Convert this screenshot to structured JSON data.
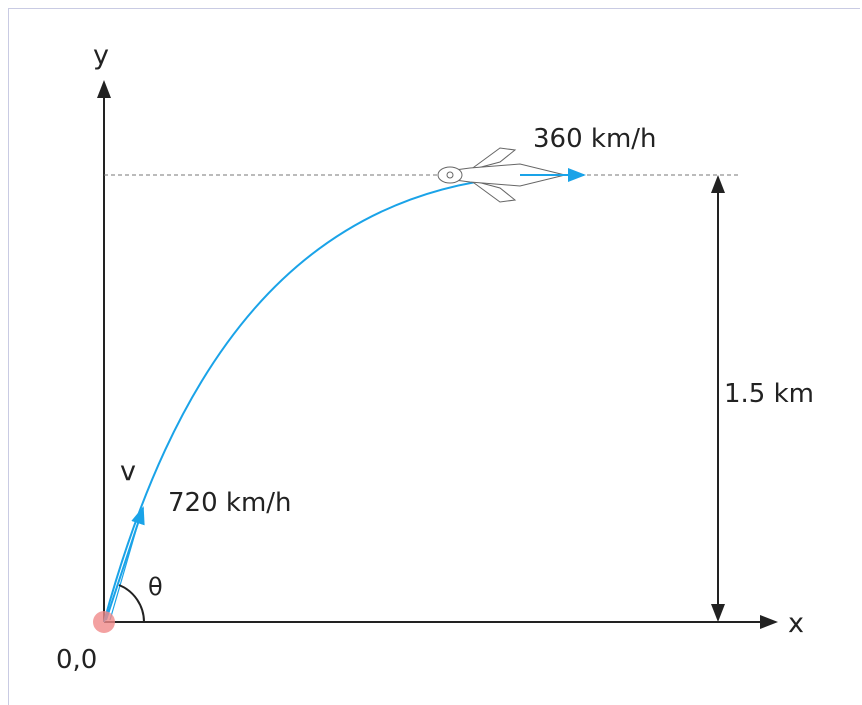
{
  "diagram": {
    "y_axis_label": "y",
    "x_axis_label": "x",
    "origin_label": "0,0",
    "final_velocity": "360 km/h",
    "initial_velocity": "720 km/h",
    "initial_velocity_symbol": "v",
    "angle_symbol": "θ",
    "height_label": "1.5 km"
  },
  "colors": {
    "trajectory": "#1aa3e8",
    "axes": "#222222",
    "origin_marker": "#f08a8a",
    "frame": "#c9cbe3"
  },
  "icons": [
    "aircraft-icon"
  ]
}
